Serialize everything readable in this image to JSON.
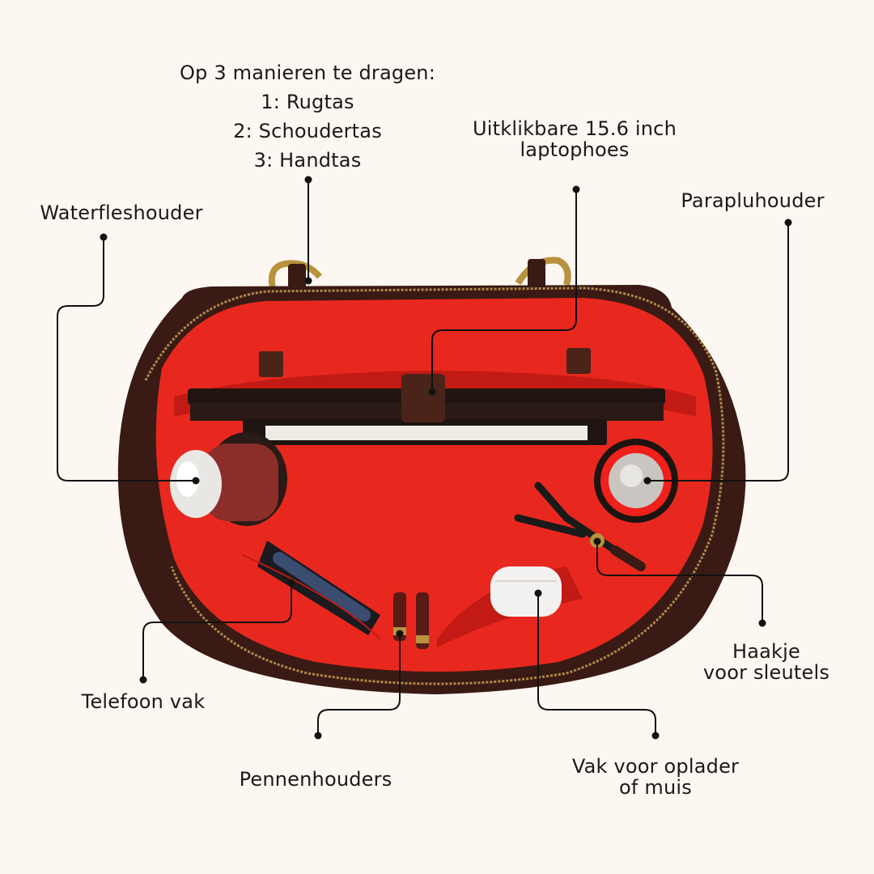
{
  "colors": {
    "background": "#fdf7f1",
    "leather": "#3a1a14",
    "lining": "#e8281e",
    "zipper": "#b08a4a",
    "brass": "#b8923c",
    "leader_line": "#111111"
  },
  "labels": {
    "carry": {
      "heading": "Op 3 manieren te dragen:",
      "option_1": "1: Rugtas",
      "option_2": "2: Schoudertas",
      "option_3": "3: Handtas"
    },
    "laptop": {
      "line1": "Uitklikbare 15.6 inch",
      "line2": "laptophoes"
    },
    "water": {
      "line1": "Waterfleshouder"
    },
    "umbrella": {
      "line1": "Parapluhouder"
    },
    "phone": {
      "line1": "Telefoon vak"
    },
    "keys": {
      "line1": "Haakje",
      "line2": "voor sleutels"
    },
    "pens": {
      "line1": "Pennenhouders"
    },
    "charger": {
      "line1": "Vak voor oplader",
      "line2": "of muis"
    }
  }
}
